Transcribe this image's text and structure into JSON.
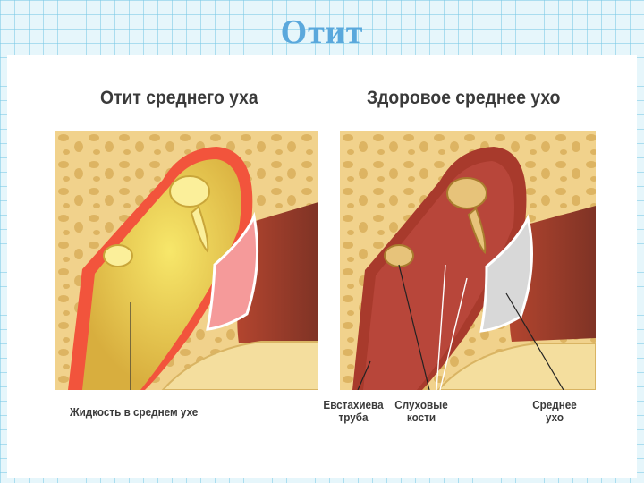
{
  "slide": {
    "title": "Отит"
  },
  "left_figure": {
    "heading": "Отит среднего уха",
    "label_fluid": "Жидкость в среднем ухе"
  },
  "right_figure": {
    "heading": "Здоровое среднее ухо",
    "label_tube_line1": "Евстахиева",
    "label_tube_line2": "труба",
    "label_ossicles_line1": "Слуховые",
    "label_ossicles_line2": "кости",
    "label_middle_ear_line1": "Среднее",
    "label_middle_ear_line2": "ухо"
  },
  "colors": {
    "title": "#5aa8dc",
    "bone": "#f1d28c",
    "bone_pore": "#ddb462",
    "infected_fluid": "#e3c04a",
    "inflamed_rim": "#f2543c",
    "healthy_tissue": "#a83a2c",
    "ear_canal": "#8e3b2b",
    "eardrum_infected": "#f59a9a",
    "eardrum_healthy": "#d8d8d8"
  }
}
